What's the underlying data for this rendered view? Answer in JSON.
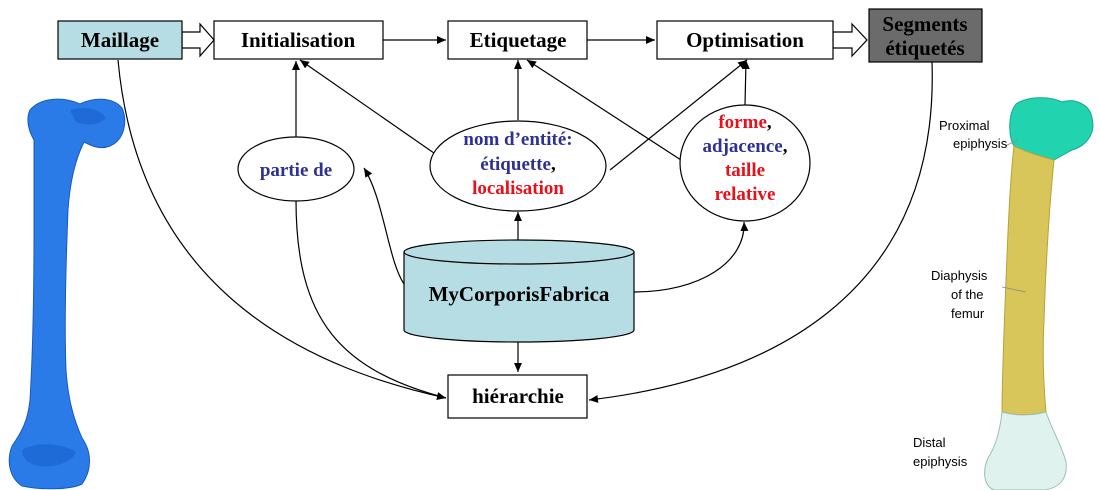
{
  "pipeline": {
    "maillage": "Maillage",
    "initialisation": "Initialisation",
    "etiquetage": "Etiquetage",
    "optimisation": "Optimisation",
    "segments_line1": "Segments",
    "segments_line2": "étiquetés"
  },
  "knowledge": {
    "partie_de": "partie de",
    "nom_entite_line1": "nom d’entité:",
    "nom_entite_line2": "étiquette",
    "nom_entite_line2_suffix": ",",
    "nom_entite_line3": "localisation",
    "forme": "forme",
    "forme_suffix": ",",
    "adjacence": "adjacence",
    "adjacence_suffix": ",",
    "taille": "taille",
    "relative": "relative"
  },
  "database": {
    "label": "MyCorporisFabrica"
  },
  "hierarchy": {
    "label": "hiérarchie"
  },
  "annotations": {
    "proximal_line1": "Proximal",
    "proximal_line2": "epiphysis",
    "diaphysis_line1": "Diaphysis",
    "diaphysis_line2": "of the",
    "diaphysis_line3": "femur",
    "distal_line1": "Distal",
    "distal_line2": "epiphysis"
  },
  "colors": {
    "teal_fill": "#b7dde4",
    "gray_fill": "#6b6b6b",
    "navy_text": "#2e3192",
    "red_text": "#e8111a",
    "bone_blue": "#2a7be8",
    "bone_teal": "#22d3b0",
    "bone_yellow": "#d8c65a",
    "bone_pale": "#dff2ee"
  }
}
